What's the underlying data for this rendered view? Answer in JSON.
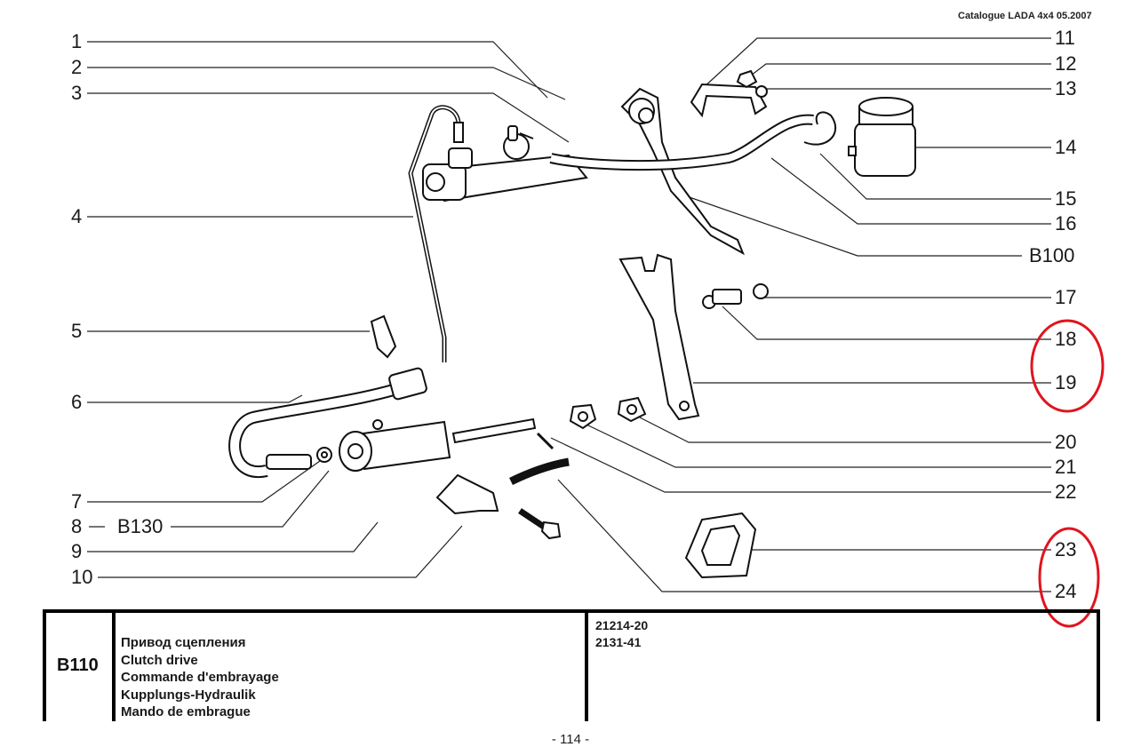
{
  "header": {
    "catalogue": "Catalogue LADA 4x4 05.2007"
  },
  "callouts": {
    "left": [
      "1",
      "2",
      "3",
      "4",
      "5",
      "6",
      "7",
      "8",
      "9",
      "10"
    ],
    "ref_8": "B130",
    "right": [
      "11",
      "12",
      "13",
      "14",
      "15",
      "16",
      "B100",
      "17",
      "18",
      "19",
      "20",
      "21",
      "22",
      "23",
      "24"
    ]
  },
  "highlights": {
    "color": "#e0141e",
    "groups": [
      [
        "18",
        "19"
      ],
      [
        "23",
        "24"
      ]
    ]
  },
  "title_block": {
    "code": "B110",
    "names": [
      "Привод сцепления",
      "Clutch drive",
      "Commande d'embrayage",
      "Kupplungs-Hydraulik",
      "Mando de embrague"
    ],
    "models": [
      "21214-20",
      "2131-41"
    ]
  },
  "footer": {
    "page": "- 114 -"
  }
}
